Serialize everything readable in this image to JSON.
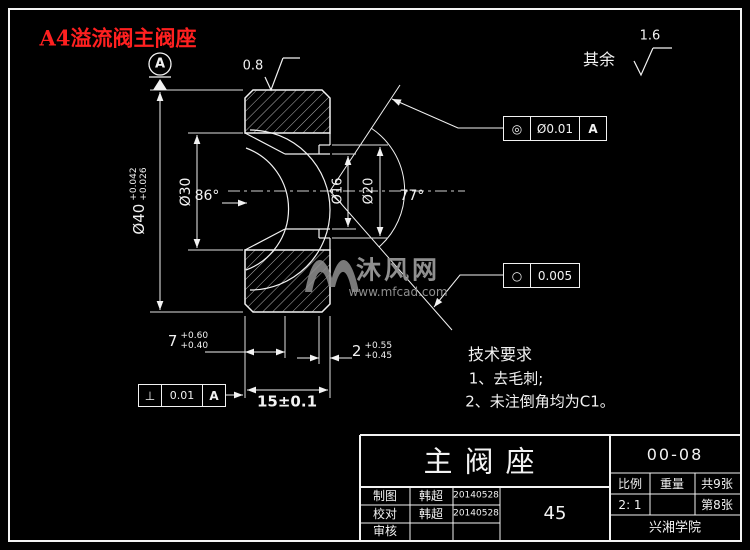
{
  "title": {
    "red_label": "A4溢流阀主阀座"
  },
  "surface_finish": {
    "others_label": "其余",
    "others_value": "1.6",
    "top_value": "0.8"
  },
  "datum": {
    "label": "A"
  },
  "dims": {
    "dia40": {
      "base": "Ø40",
      "tol_up": "+0.042",
      "tol_low": "+0.026"
    },
    "dia30": "Ø30",
    "dia16": "Ø16",
    "dia20": "Ø20",
    "angle_left": "86°",
    "angle_right": "77°",
    "depth7": {
      "base": "7",
      "tol_up": "+0.60",
      "tol_low": "+0.40"
    },
    "depth2": {
      "base": "2",
      "tol_up": "+0.55",
      "tol_low": "+0.45"
    },
    "length15": "15±0.1"
  },
  "fcf": {
    "concentricity": {
      "symbol": "◎",
      "value": "Ø0.01",
      "datum": "A"
    },
    "circularity": {
      "symbol": "○",
      "value": "0.005"
    },
    "perpendicularity": {
      "symbol": "⊥",
      "value": "0.01",
      "datum": "A"
    }
  },
  "tech": {
    "title": "技术要求",
    "items": [
      "1、去毛刺;",
      "2、未注倒角均为C1。"
    ]
  },
  "watermark": {
    "name": "沐风网",
    "site": "www.mfcad.com"
  },
  "title_block": {
    "part_name": "主阀座",
    "drawing_no": "00-08",
    "scale_label": "比例",
    "scale_value": "2: 1",
    "weight_label": "重量",
    "sheets_total": "共9张",
    "sheet_no": "第8张",
    "material": "45",
    "company": "兴湘学院",
    "rows": [
      {
        "label": "制图",
        "name": "韩超",
        "date": "20140528"
      },
      {
        "label": "校对",
        "name": "韩超",
        "date": "20140528"
      },
      {
        "label": "审核",
        "name": "",
        "date": ""
      }
    ]
  },
  "colors": {
    "background": "#000000",
    "line": "#f2f2f2",
    "accent_red": "#ff2020",
    "watermark_gray": "#8f8f8f"
  }
}
